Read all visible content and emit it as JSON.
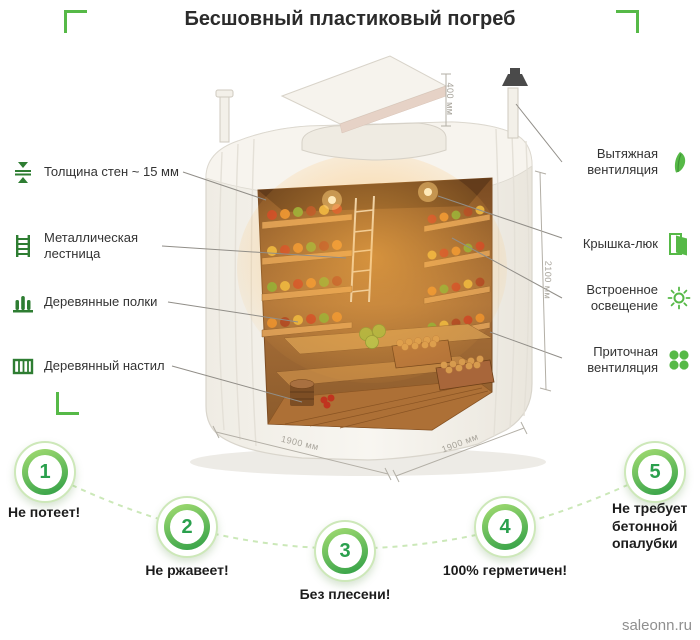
{
  "title": "Бесшовный пластиковый погреб",
  "features_left": [
    {
      "label": "Толщина стен ~ 15 мм",
      "icon": "wall-thickness-icon"
    },
    {
      "label": "Металлическая лестница",
      "icon": "ladder-icon"
    },
    {
      "label": "Деревянные полки",
      "icon": "wooden-shelves-icon"
    },
    {
      "label": "Деревянный настил",
      "icon": "wooden-floor-icon"
    }
  ],
  "features_right": [
    {
      "label": "Вытяжная вентиляция",
      "icon": "exhaust-vent-icon"
    },
    {
      "label": "Крышка-люк",
      "icon": "hatch-door-icon"
    },
    {
      "label": "Встроенное освещение",
      "icon": "built-in-light-icon"
    },
    {
      "label": "Приточная вентиляция",
      "icon": "supply-vent-fan-icon"
    }
  ],
  "dimensions": {
    "lid_height": "400 мм",
    "body_height": "2100 мм",
    "width": "1900 мм",
    "depth": "1900 мм"
  },
  "benefits": [
    {
      "number": "1",
      "label": "Не потеет!"
    },
    {
      "number": "2",
      "label": "Не ржавеет!"
    },
    {
      "number": "3",
      "label": "Без плесени!"
    },
    {
      "number": "4",
      "label": "100% герметичен!"
    },
    {
      "number": "5",
      "label": "Не требует бетонной опалубки"
    }
  ],
  "watermark": "saleonn.ru",
  "colors": {
    "accent_green": "#56b947",
    "dark_icon_green": "#2e7d32",
    "number_green": "#2aa04d",
    "wood_brown": "#a86f38",
    "dimension_gray": "#a7a39a"
  }
}
